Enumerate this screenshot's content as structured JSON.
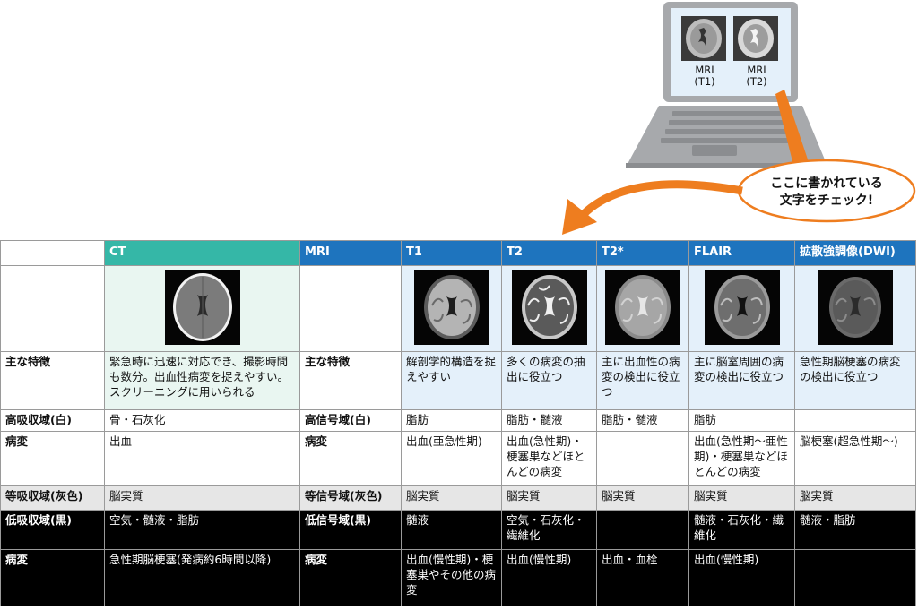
{
  "illustration": {
    "laptop_labels": [
      {
        "line1": "MRI",
        "line2": "(T1)"
      },
      {
        "line1": "MRI",
        "line2": "(T2)"
      }
    ],
    "callout": {
      "line1": "ここに書かれている",
      "line2": "文字をチェック!"
    },
    "colors": {
      "arrow": "#ee7d1f",
      "bubble_border": "#ee7d1f",
      "laptop": "#a7a9ac"
    }
  },
  "table": {
    "header": {
      "ct": "CT",
      "mri": "MRI",
      "t1": "T1",
      "t2": "T2",
      "t2star": "T2*",
      "flair": "FLAIR",
      "dwi": "拡散強調像(DWI)"
    },
    "colors": {
      "ct_header": "#35b7a7",
      "mri_header": "#1e74be",
      "ct_cell": "#e9f6f1",
      "mri_cell": "#e4f0fa"
    },
    "rows": {
      "features": {
        "ct_label": "主な特徴",
        "ct_value": "緊急時に迅速に対応でき、撮影時間も数分。出血性病変を捉えやすい。スクリーニングに用いられる",
        "mri_label": "主な特徴",
        "t1": "解剖学的構造を捉えやすい",
        "t2": "多くの病変の抽出に役立つ",
        "t2star": "主に出血性の病変の検出に役立つ",
        "flair": "主に脳室周囲の病変の検出に役立つ",
        "dwi": "急性期脳梗塞の病変の検出に役立つ"
      },
      "white": {
        "ct_label": "高吸収域(白)",
        "ct_value": "骨・石灰化",
        "mri_label": "高信号域(白)",
        "t1": "脂肪",
        "t2": "脂肪・髄液",
        "t2star": "脂肪・髄液",
        "flair": "脂肪",
        "dwi": ""
      },
      "lesion1": {
        "ct_label": "病変",
        "ct_value": "出血",
        "mri_label": "病変",
        "t1": "出血(亜急性期)",
        "t2": "出血(急性期)・梗塞巣などほとんどの病変",
        "t2star": "",
        "flair": "出血(急性期〜亜性期)・梗塞巣などほとんどの病変",
        "dwi": "脳梗塞(超急性期〜)"
      },
      "gray": {
        "ct_label": "等吸収域(灰色)",
        "ct_value": "脳実質",
        "mri_label": "等信号域(灰色)",
        "t1": "脳実質",
        "t2": "脳実質",
        "t2star": "脳実質",
        "flair": "脳実質",
        "dwi": "脳実質"
      },
      "black": {
        "ct_label": "低吸収域(黒)",
        "ct_value": "空気・髄液・脂肪",
        "mri_label": "低信号域(黒)",
        "t1": "髄液",
        "t2": "空気・石灰化・繊維化",
        "t2star": "",
        "flair": "髄液・石灰化・繊維化",
        "dwi": "髄液・脂肪"
      },
      "lesion2": {
        "ct_label": "病変",
        "ct_value": "急性期脳梗塞(発病約6時間以降)",
        "mri_label": "病変",
        "t1": "出血(慢性期)・梗塞巣やその他の病変",
        "t2": "出血(慢性期)",
        "t2star": "出血・血栓",
        "flair": "出血(慢性期)",
        "dwi": ""
      }
    }
  }
}
